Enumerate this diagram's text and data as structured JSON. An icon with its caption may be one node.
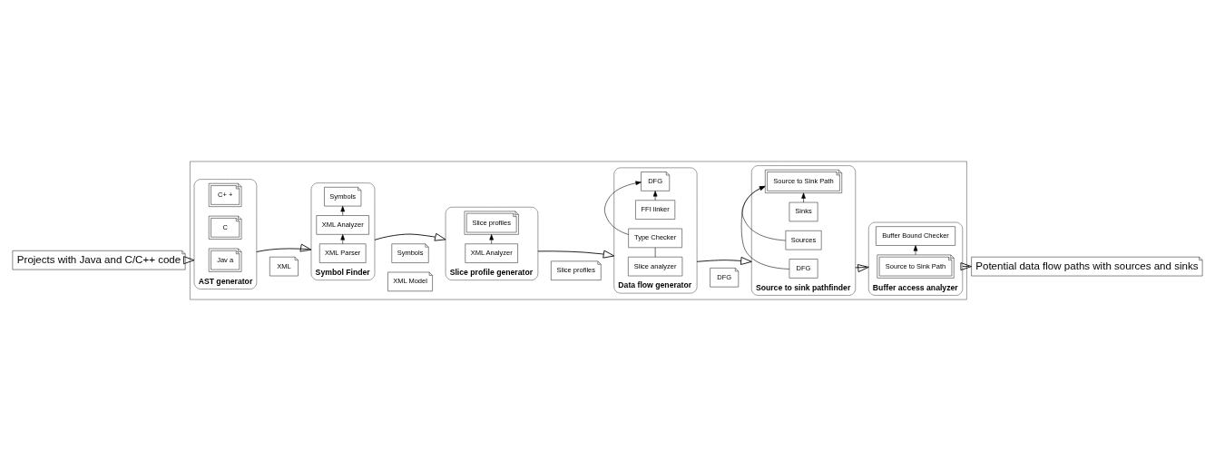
{
  "diagram": {
    "nodes": [
      {
        "text": [
          "Projects with Java and C/C++ code"
        ]
      },
      {
        "text": [],
        "shape": "box"
      },
      {
        "text": [
          "AST generator"
        ],
        "in": 1
      },
      {
        "text": [
          "Jav a"
        ],
        "in": 2
      },
      {
        "text": [
          "C"
        ],
        "in": 2
      },
      {
        "text": [
          "C+ +"
        ],
        "in": 2
      },
      {
        "text": [
          "XML"
        ],
        "in": 1
      },
      {
        "text": [
          "Symbol Finder"
        ],
        "in": 1
      },
      {
        "text": [
          "XML Parser"
        ],
        "in": 7
      },
      {
        "text": [
          "XML Analyzer"
        ],
        "in": 7
      },
      {
        "text": [
          "Symbols"
        ],
        "in": 7
      },
      {
        "text": [
          "XML Model"
        ],
        "in": 1
      },
      {
        "text": [
          "Symbols"
        ],
        "in": 1
      },
      {
        "text": [
          "Slice profile generator"
        ],
        "in": 1
      },
      {
        "text": [
          "XML Analyzer"
        ],
        "in": 13
      },
      {
        "text": [
          "Slice profiles"
        ],
        "in": 13
      },
      {
        "text": [
          "Slice profiles"
        ],
        "in": 1
      },
      {
        "text": [
          "Data flow generator"
        ],
        "in": 1
      },
      {
        "text": [
          "Slice analyzer"
        ],
        "in": 17
      },
      {
        "text": [
          "FFI linker"
        ],
        "in": 17
      },
      {
        "text": [
          "Type Checker"
        ],
        "in": 17
      },
      {
        "text": [
          "DFG"
        ],
        "in": 17
      },
      {
        "text": [
          "DFG"
        ],
        "in": 1
      },
      {
        "text": [
          "Source to sink pathfinder"
        ],
        "in": 1
      },
      {
        "text": [
          "DFG"
        ],
        "in": 23
      },
      {
        "text": [
          "Sources"
        ],
        "in": 23
      },
      {
        "text": [
          "Sinks"
        ],
        "in": 23
      },
      {
        "text": [
          "Source to Sink Path"
        ],
        "in": 23
      },
      {
        "text": [
          "Buffer access analyzer"
        ],
        "in": 1
      },
      {
        "text": [
          "Source to Sink Path"
        ],
        "in": 28
      },
      {
        "text": [
          "Buffer Bound Checker"
        ],
        "in": 28
      },
      {
        "text": [
          "Potential data flow paths with sources and sinks"
        ]
      }
    ],
    "edges": [
      {
        "from": 0,
        "to": 2,
        "arrow": "to"
      },
      {
        "from": 2,
        "to": 7,
        "arrow": "to"
      },
      {
        "from": 7,
        "to": 13,
        "arrow": "to"
      },
      {
        "from": 13,
        "to": 17,
        "arrow": "to"
      },
      {
        "from": 17,
        "to": 23,
        "arrow": "to"
      },
      {
        "from": 23,
        "to": 28,
        "arrow": "to"
      },
      {
        "from": 28,
        "to": 31,
        "arrow": "to"
      },
      {
        "from": 8,
        "to": 9,
        "arrow": "to"
      },
      {
        "from": 9,
        "to": 10,
        "arrow": "to"
      },
      {
        "from": 14,
        "to": 15,
        "arrow": "to"
      },
      {
        "from": 18,
        "to": 20,
        "arrow": "none"
      },
      {
        "from": 20,
        "to": 21,
        "arrow": "to"
      },
      {
        "from": 19,
        "to": 21,
        "arrow": "to"
      },
      {
        "from": 24,
        "to": 27,
        "arrow": "to"
      },
      {
        "from": 25,
        "to": 27,
        "arrow": "to"
      },
      {
        "from": 26,
        "to": 27,
        "arrow": "to"
      },
      {
        "from": 29,
        "to": 30,
        "arrow": "to"
      }
    ]
  }
}
